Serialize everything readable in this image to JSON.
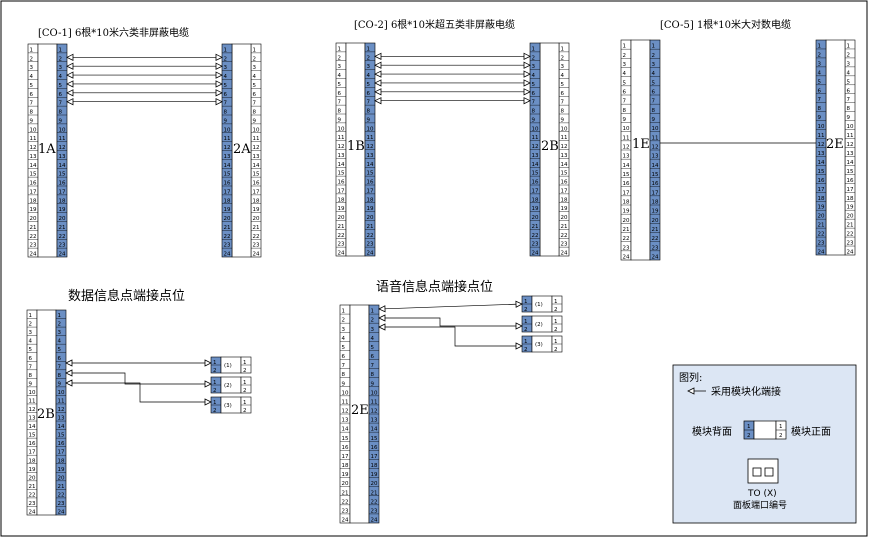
{
  "panels": {
    "co1": {
      "title": "[CO-1] 6根*10米六类非屏蔽电缆",
      "left_label": "1A",
      "right_label": "2A"
    },
    "co2": {
      "title": "[CO-2] 6根*10米超五类非屏蔽电缆",
      "left_label": "1B",
      "right_label": "2B"
    },
    "co5": {
      "title": "[CO-5] 1根*10米大对数电缆",
      "left_label": "1E",
      "right_label": "2E"
    },
    "data": {
      "title": "数据信息点端接点位",
      "label": "2B",
      "ports": [
        "(1)",
        "(2)",
        "(3)"
      ]
    },
    "voice": {
      "title": "语音信息点端接点位",
      "label": "2E",
      "ports": [
        "(1)",
        "(2)",
        "(3)"
      ]
    }
  },
  "strip_numbers": [
    "1",
    "2",
    "3",
    "4",
    "5",
    "6",
    "7",
    "8",
    "9",
    "10",
    "11",
    "12",
    "13",
    "14",
    "15",
    "16",
    "17",
    "18",
    "19",
    "20",
    "21",
    "22",
    "23",
    "24"
  ],
  "legend": {
    "heading": "图列:",
    "arrow_text": "采用模块化端接",
    "module_back": "模块背面",
    "module_front": "模块正面",
    "to_label": "TO (X)",
    "to_desc": "面板端口编号"
  },
  "colors": {
    "blue": "#6B8FC4",
    "legend_bg": "#DCE6F4",
    "line": "#000000"
  }
}
